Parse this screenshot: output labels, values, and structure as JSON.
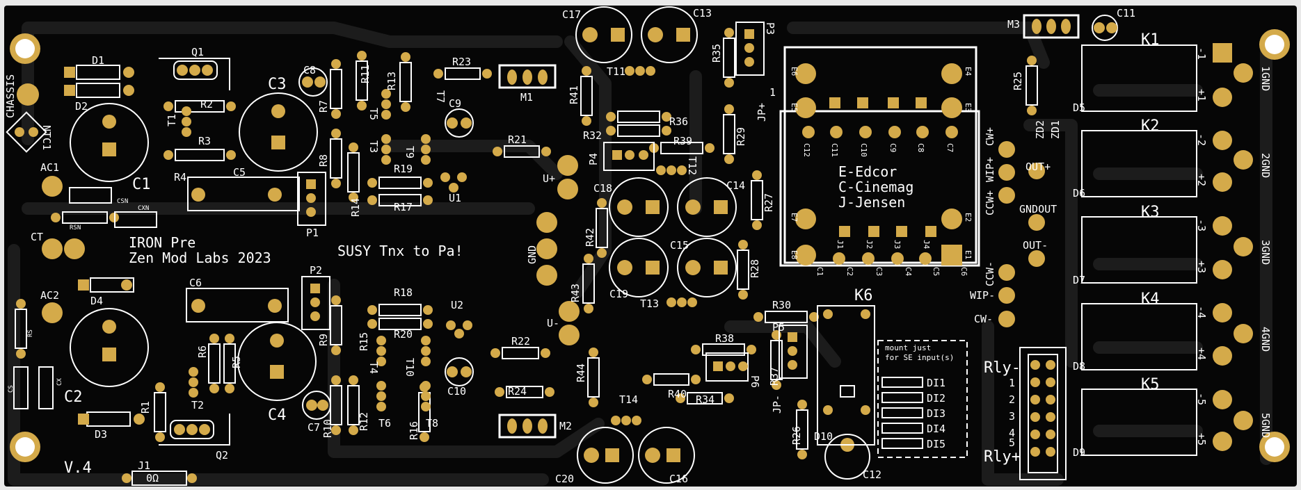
{
  "board": {
    "bg": "#060606",
    "trace": "#1c1c1c",
    "silk": "#ffffff",
    "copper": "#d4aa4a",
    "hole": "#ffffff"
  },
  "titles": {
    "line1": "IRON Pre",
    "line2": "Zen Mod Labs 2023",
    "thanks": "SUSY Tnx to Pa!",
    "version": "V.4"
  },
  "transformer_box": {
    "legend1": "E-Edcor",
    "legend2": "C-Cinemag",
    "legend3": "J-Jensen",
    "top_pins": [
      "E6",
      "E5",
      "E4",
      "E3"
    ],
    "mid_pins": [
      "C12",
      "C11",
      "C10",
      "C9",
      "C8",
      "C7"
    ],
    "bot_pins": [
      "J1",
      "J2",
      "J3",
      "J4"
    ],
    "bottom_pins": [
      "C1",
      "C2",
      "C3",
      "C4",
      "C5",
      "C6"
    ],
    "side_pins": [
      "E7",
      "E2",
      "E8",
      "E1"
    ]
  },
  "mount_note": [
    "mount just",
    "for SE input(s)"
  ],
  "di_labels": [
    "DI1",
    "DI2",
    "DI3",
    "DI4",
    "DI5"
  ],
  "relays": [
    {
      "name": "K1",
      "neg": "-1",
      "pos": "+1",
      "gnd": "1GND"
    },
    {
      "name": "K2",
      "neg": "-2",
      "pos": "+2",
      "gnd": "2GND"
    },
    {
      "name": "K3",
      "neg": "-3",
      "pos": "+3",
      "gnd": "3GND"
    },
    {
      "name": "K4",
      "neg": "-4",
      "pos": "+4",
      "gnd": "4GND"
    },
    {
      "name": "K5",
      "neg": "-5",
      "pos": "+5",
      "gnd": "5GND"
    }
  ],
  "rly_header": {
    "top": "Rly-",
    "bottom": "Rly+",
    "numbers": [
      "1",
      "2",
      "3",
      "4",
      "5"
    ]
  },
  "pads_right": [
    "CW+",
    "WIP+",
    "CCW+",
    "OUT+",
    "GNDOUT",
    "OUT-",
    "CCW-",
    "WIP-",
    "CW-"
  ],
  "labels": {
    "chassis": "CHASSIS",
    "ntc": "NTC1",
    "ac1": "AC1",
    "ac2": "AC2",
    "ct": "CT",
    "c1": "C1",
    "c2": "C2",
    "c3": "C3",
    "c4": "C4",
    "c5": "C5",
    "c6": "C6",
    "c7": "C7",
    "c8": "C8",
    "c9": "C9",
    "c10": "C10",
    "c11": "C11",
    "c12": "C12",
    "c13": "C13",
    "c14": "C14",
    "c15": "C15",
    "c16": "C16",
    "c17": "C17",
    "c18": "C18",
    "c19": "C19",
    "c20": "C20",
    "d1": "D1",
    "d2": "D2",
    "d3": "D3",
    "d4": "D4",
    "d5": "D5",
    "d6": "D6",
    "d7": "D7",
    "d8": "D8",
    "d9": "D9",
    "d10": "D10",
    "q1": "Q1",
    "q2": "Q2",
    "t1": "T1",
    "t2": "T2",
    "t3": "T3",
    "t4": "T4",
    "t5": "T5",
    "t6": "T6",
    "t7": "T7",
    "t8": "T8",
    "t9": "T9",
    "t10": "T10",
    "t11": "T11",
    "t12": "T12",
    "t13": "T13",
    "t14": "T14",
    "r1": "R1",
    "r2": "R2",
    "r3": "R3",
    "r4": "R4",
    "r5": "R5",
    "r6": "R6",
    "r7": "R7",
    "r8": "R8",
    "r9": "R9",
    "r10": "R10",
    "r11": "R11",
    "r12": "R12",
    "r13": "R13",
    "r14": "R14",
    "r15": "R15",
    "r16": "R16",
    "r17": "R17",
    "r18": "R18",
    "r19": "R19",
    "r20": "R20",
    "r21": "R21",
    "r22": "R22",
    "r23": "R23",
    "r24": "R24",
    "r25": "R25",
    "r26": "R26",
    "r27": "R27",
    "r28": "R28",
    "r29": "R29",
    "r30": "R30",
    "r32": "R32",
    "r34": "R34",
    "r35": "R35",
    "r36": "R36",
    "r37": "R37",
    "r38": "R38",
    "r39": "R39",
    "r40": "R40",
    "r41": "R41",
    "r42": "R42",
    "r43": "R43",
    "r44": "R44",
    "p1": "P1",
    "p2": "P2",
    "p3": "P3",
    "p4": "P4",
    "p5": "P5",
    "p6": "P6",
    "u1": "U1",
    "u2": "U2",
    "m1": "M1",
    "m2": "M2",
    "m3": "M3",
    "k6": "K6",
    "uplus": "U+",
    "uminus": "U-",
    "gnd": "GND",
    "jpplus": "JP+",
    "jpminus": "JP-",
    "j1": "J1",
    "zero": "0Ω",
    "zd1": "ZD1",
    "zd2": "ZD2",
    "csn": "CSN",
    "cxn": "CXN",
    "rsn": "RSN",
    "cs": "CS",
    "cx": "CX",
    "rs": "RS",
    "one": "1"
  }
}
